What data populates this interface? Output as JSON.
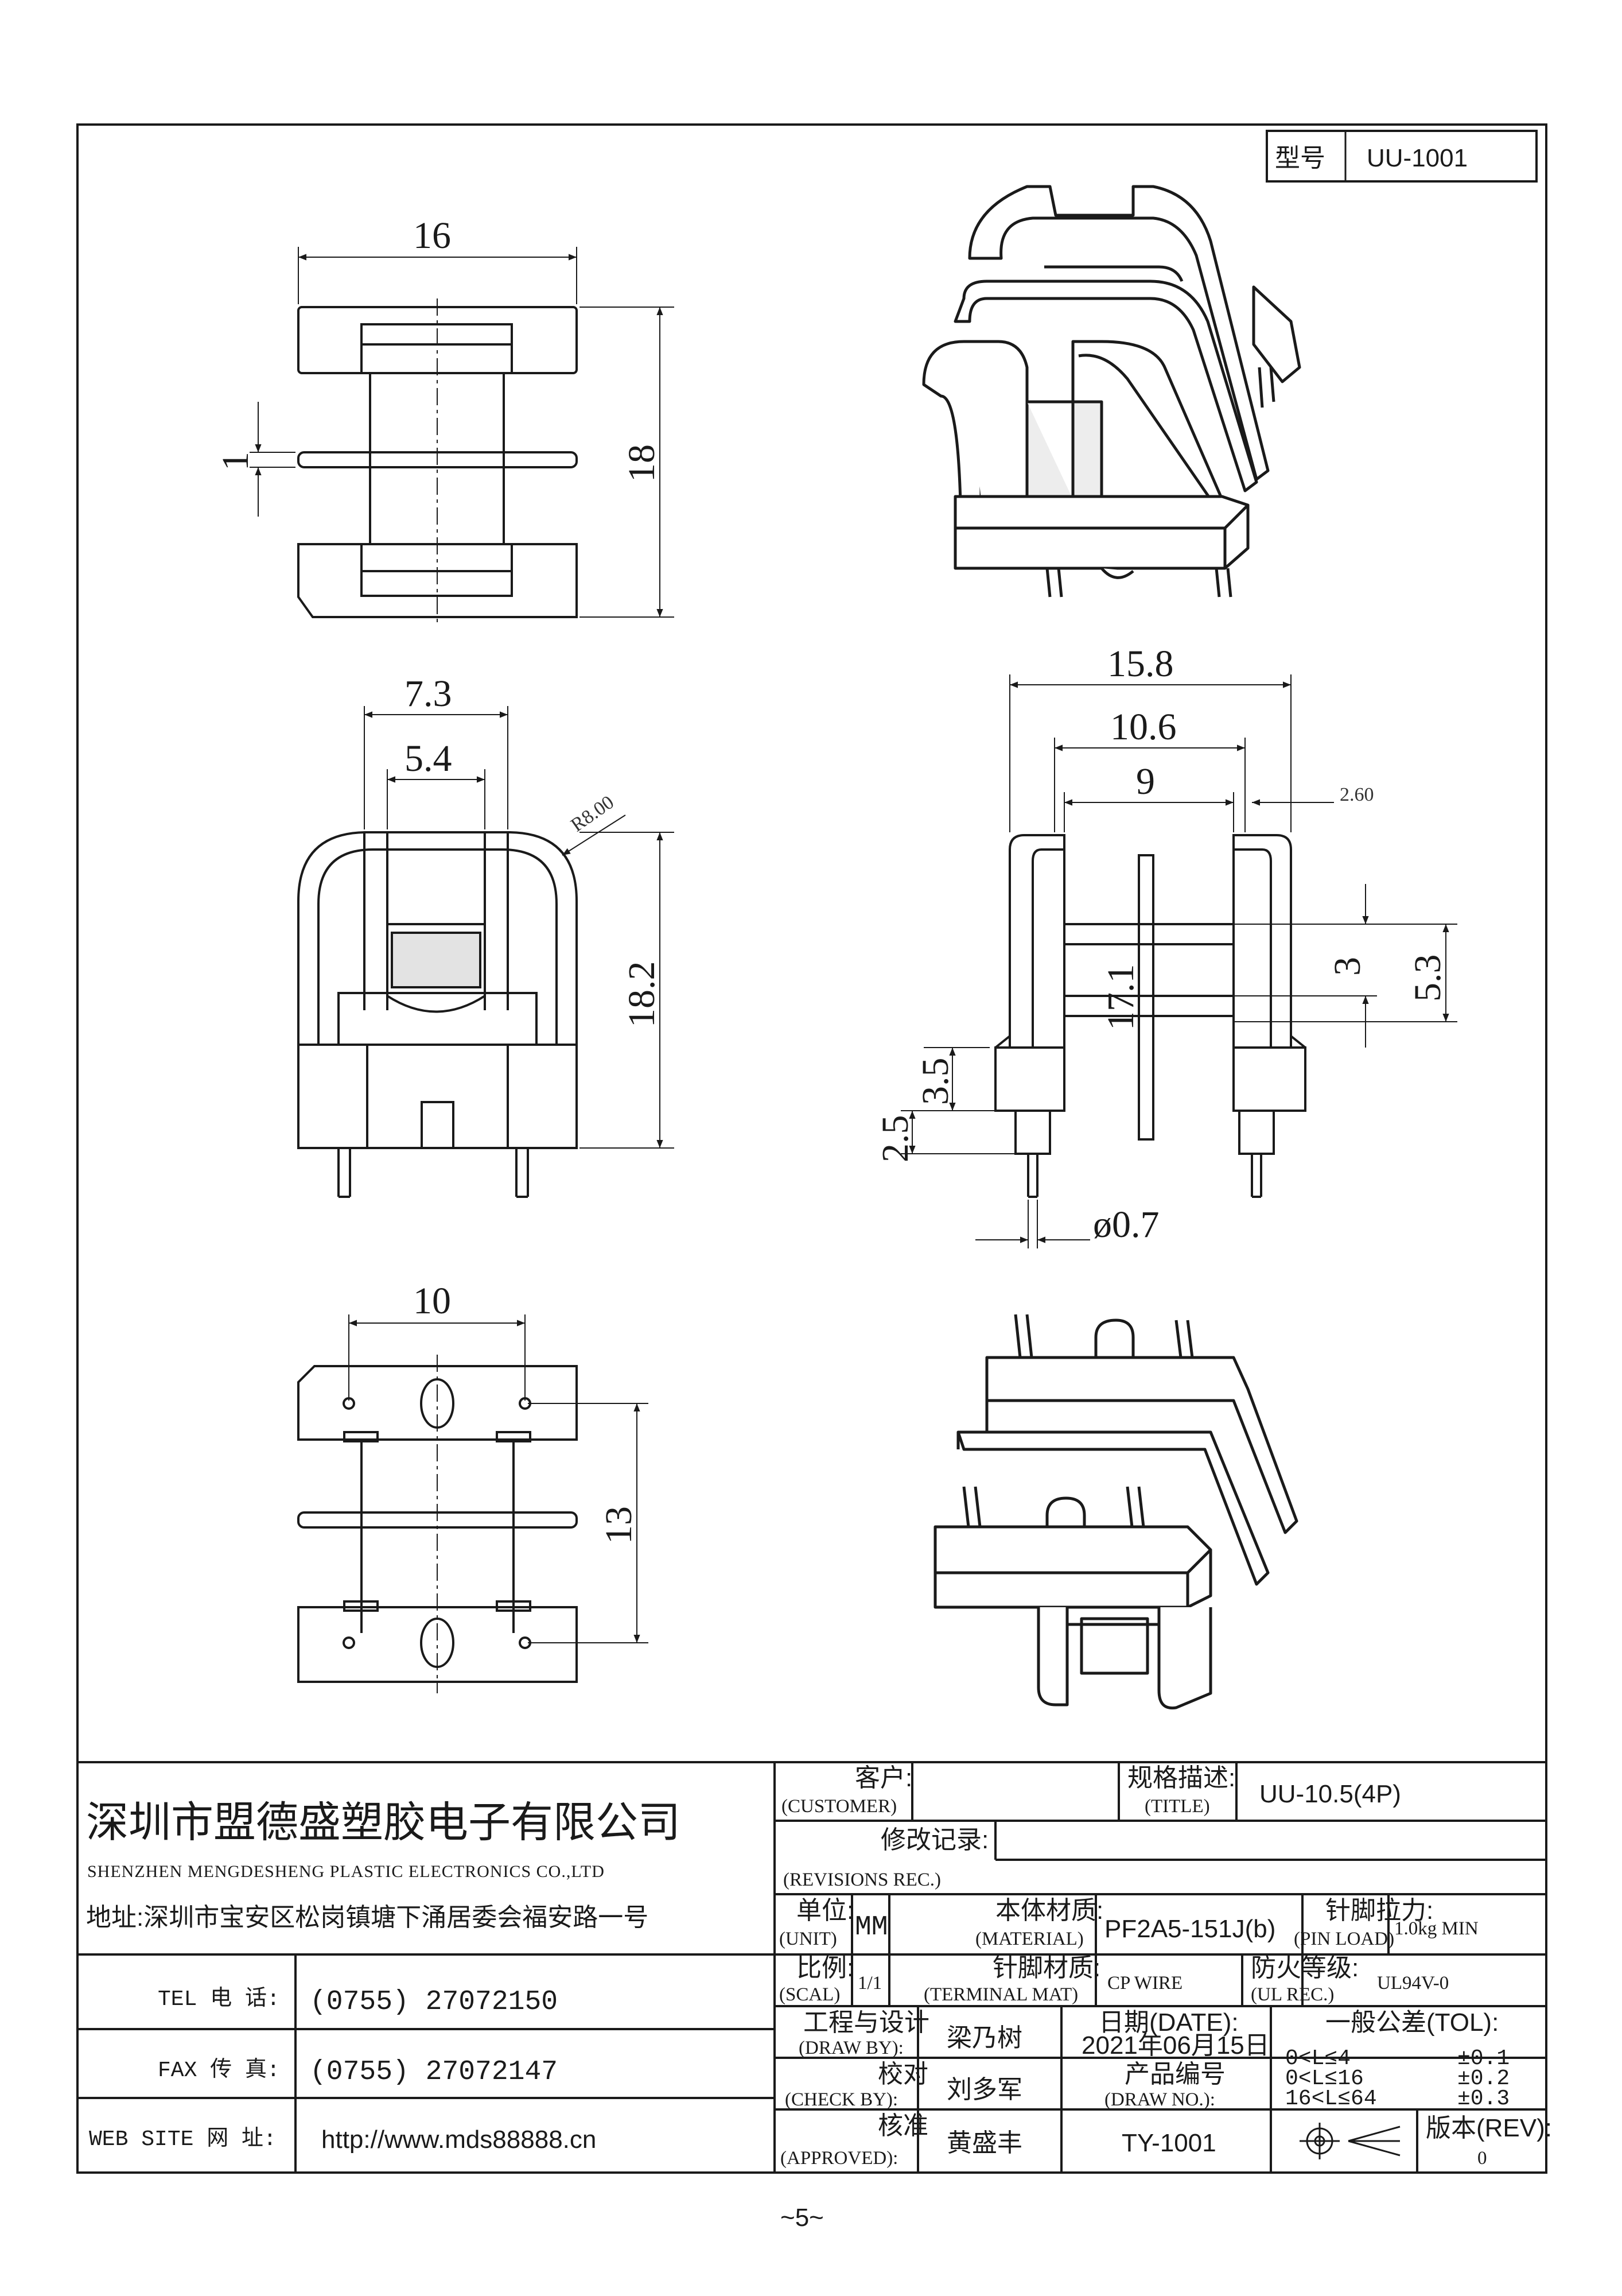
{
  "model_box": {
    "label": "型号",
    "value": "UU-1001"
  },
  "dimensions": {
    "top_width": "16",
    "top_height": "18",
    "top_gap": "1",
    "front_outer": "7.3",
    "front_inner": "5.4",
    "front_radius": "R8.00",
    "front_height": "18.2",
    "side_width": "15.8",
    "side_mid": "10.6",
    "side_inner": "9",
    "side_wall": "2.60",
    "side_h3": "3",
    "side_h53": "5.3",
    "side_h171": "17.1",
    "side_h35": "3.5",
    "side_h25": "2.5",
    "pin_dia": "ø0.7",
    "bottom_pitch": "10",
    "bottom_height": "13"
  },
  "company": {
    "name_cn": "深圳市盟德盛塑胶电子有限公司",
    "name_en": "SHENZHEN MENGDESHENG PLASTIC  ELECTRONICS CO.,LTD",
    "address": "地址:深圳市宝安区松岗镇塘下涌居委会福安路一号"
  },
  "contact": {
    "tel_label": "TEL 电 话:",
    "tel_value": "(0755) 27072150",
    "fax_label": "FAX 传 真:",
    "fax_value": "(0755) 27072147",
    "web_label": "WEB SITE 网 址:",
    "web_value": "http://www.mds88888.cn"
  },
  "title_block": {
    "customer_cn": "客户:",
    "customer_en": "(CUSTOMER)",
    "customer_value": "",
    "title_cn": "规格描述:",
    "title_en": "(TITLE)",
    "title_value": "UU-10.5(4P)",
    "revisions_cn": "修改记录:",
    "revisions_en": "(REVISIONS REC.)",
    "unit_cn": "单位:",
    "unit_en": "(UNIT)",
    "unit_value": "MM",
    "material_cn": "本体材质:",
    "material_en": "(MATERIAL)",
    "material_value": "PF2A5-151J(b)",
    "pinload_cn": "针脚拉力:",
    "pinload_en": "(PIN LOAD)",
    "pinload_value": "1.0kg MIN",
    "scale_cn": "比例:",
    "scale_en": "(SCAL)",
    "scale_value": "1/1",
    "terminal_cn": "针脚材质:",
    "terminal_en": "(TERMINAL MAT)",
    "terminal_value": "CP WIRE",
    "ulrec_cn": "防火等级:",
    "ulrec_en": "(UL REC.)",
    "ulrec_value": "UL94V-0",
    "drawby_cn": "工程与设计",
    "drawby_en": "(DRAW BY):",
    "drawby_value": "梁乃树",
    "date_cn": "日期(DATE):",
    "date_value": "2021年06月15日",
    "tol_title": "一般公差(TOL):",
    "tol_rows": [
      {
        "range": "0<L≤4",
        "value": "±0.1"
      },
      {
        "range": "0<L≤16",
        "value": "±0.2"
      },
      {
        "range": "16<L≤64",
        "value": "±0.3"
      }
    ],
    "checkby_cn": "校对",
    "checkby_en": "(CHECK BY):",
    "checkby_value": "刘多军",
    "drawno_cn": "产品编号",
    "drawno_en": "(DRAW NO.):",
    "approved_cn": "核准",
    "approved_en": "(APPROVED):",
    "approved_value": "黄盛丰",
    "drawno_value": "TY-1001",
    "rev_cn": "版本(REV):",
    "rev_value": "0"
  },
  "page_number": "~5~"
}
